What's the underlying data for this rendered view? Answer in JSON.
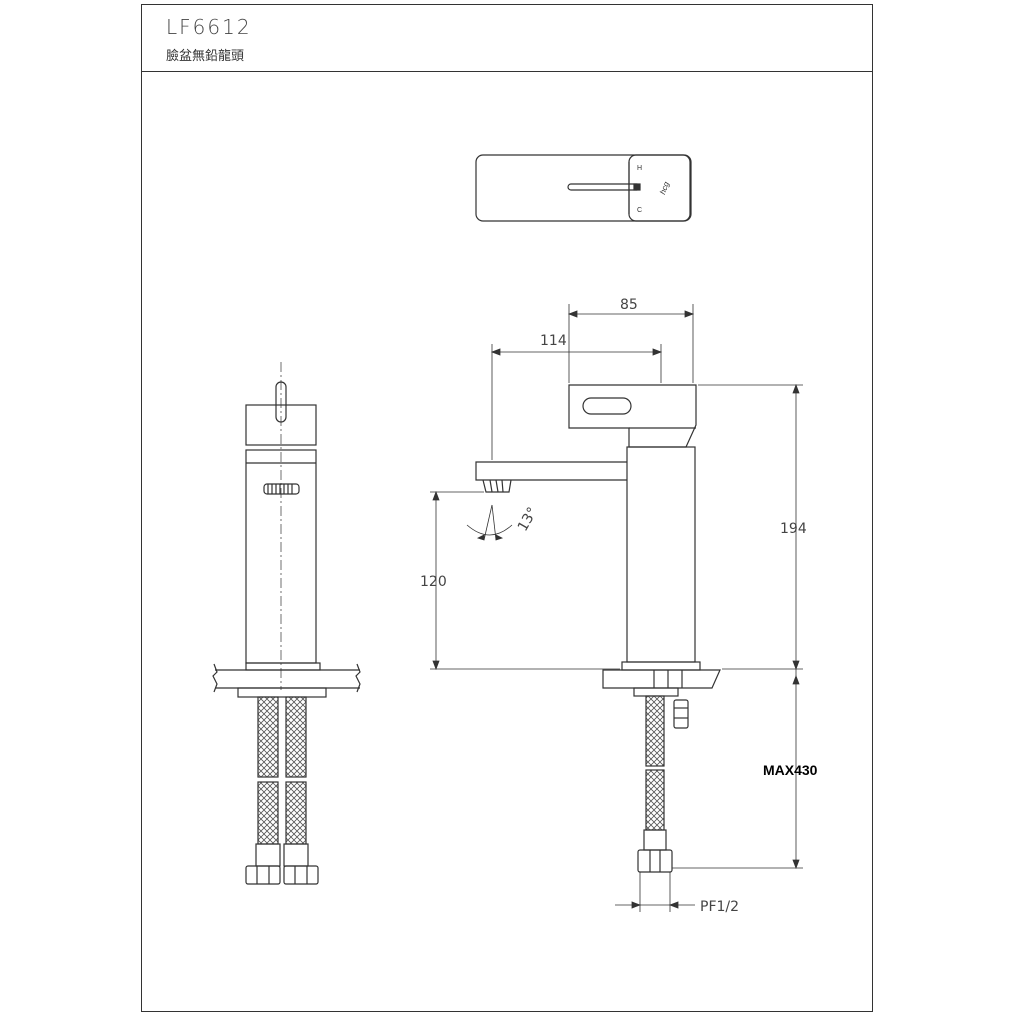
{
  "header": {
    "model": "LF6612",
    "subtitle": "臉盆無鉛龍頭"
  },
  "top_view": {
    "hot_label": "H",
    "cold_label": "C",
    "logo_text": "hcg"
  },
  "dimensions": {
    "width_top": "85",
    "spout_reach": "114",
    "total_height": "194",
    "spout_height": "120",
    "spout_angle": "13°",
    "hose_length": "MAX430",
    "thread": "PF1/2"
  }
}
